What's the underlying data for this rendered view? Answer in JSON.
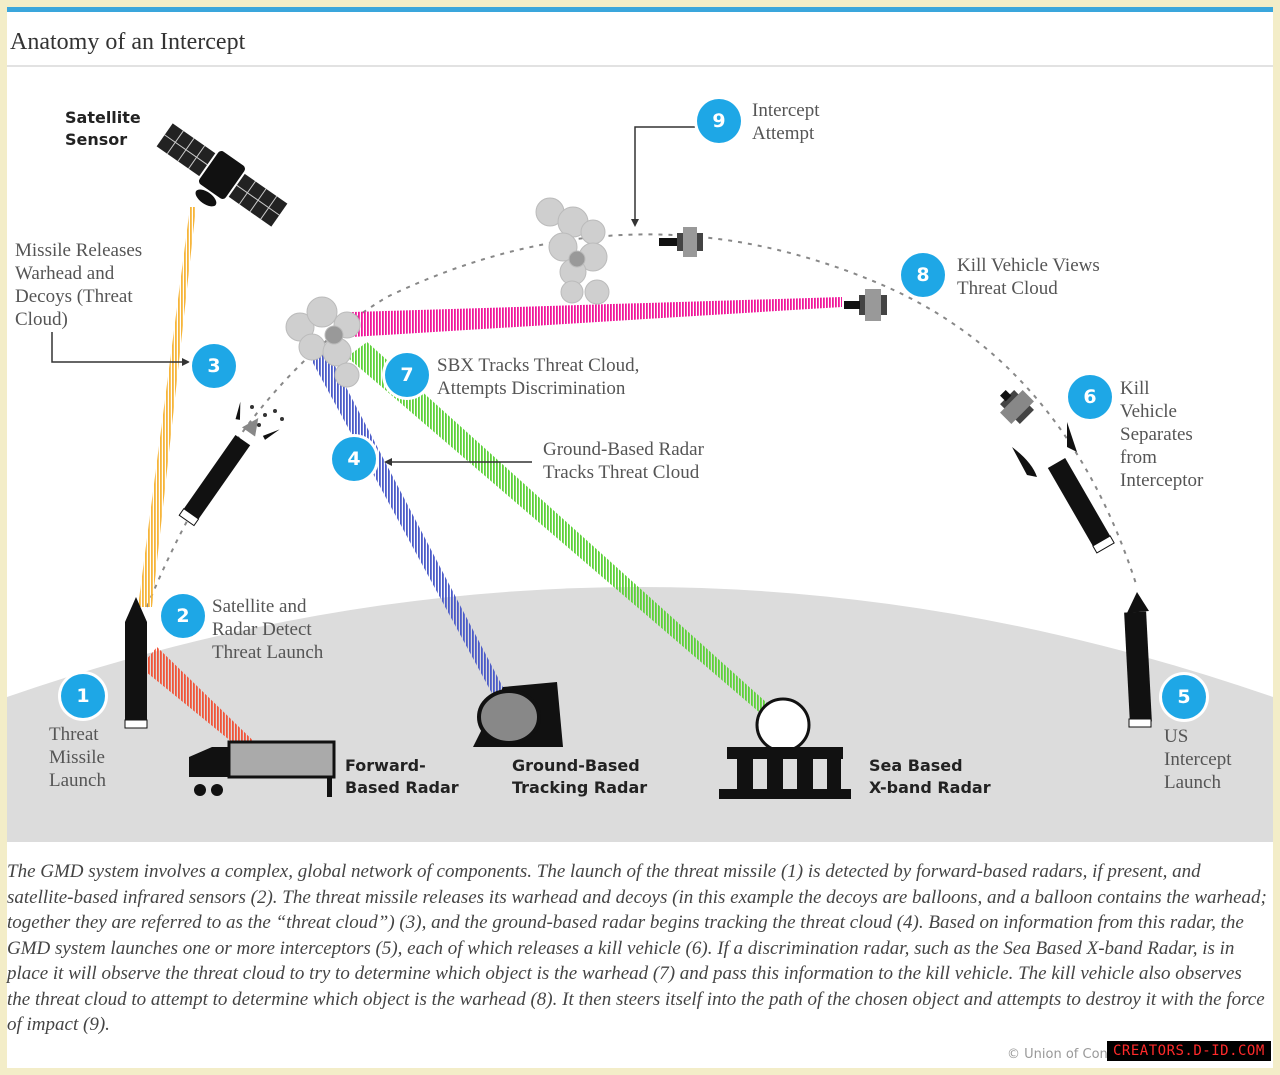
{
  "title": "Anatomy of an Intercept",
  "labels": {
    "satellite_sensor": "Satellite\nSensor",
    "missile_releases": "Missile Releases\nWarhead and\nDecoys (Threat\nCloud)",
    "satellite_radar_detect": "Satellite and\nRadar Detect\nThreat Launch",
    "threat_missile_launch": "Threat\nMissile\nLaunch",
    "forward_based_radar": "Forward-\nBased Radar",
    "ground_based_tracking_radar": "Ground-Based\nTracking Radar",
    "sea_based_xband_radar": "Sea Based\nX-band Radar",
    "us_intercept_launch": "US\nIntercept\nLaunch",
    "ground_radar_tracks": "Ground-Based Radar\nTracks Threat Cloud",
    "sbx_tracks": "SBX Tracks Threat Cloud,\nAttempts Discrimination",
    "kill_vehicle_separates": "Kill\nVehicle\nSeparates\nfrom\nInterceptor",
    "kill_vehicle_views": "Kill Vehicle Views\nThreat Cloud",
    "intercept_attempt": "Intercept\nAttempt"
  },
  "steps": [
    "1",
    "2",
    "3",
    "4",
    "5",
    "6",
    "7",
    "8",
    "9"
  ],
  "caption": "The GMD system involves a complex, global network of components. The launch of the threat missile (1) is detected by forward-based radars, if present, and satellite-based infrared sensors (2). The threat missile releases its warhead and decoys (in this example the decoys are balloons, and a balloon contains the warhead; together they are referred to as the “threat cloud”) (3), and the ground-based radar begins tracking the threat cloud (4). Based on information from this radar, the GMD system launches one or more interceptors (5), each of which releases a kill vehicle (6). If a discrimination radar, such as the Sea Based X-band Radar, is in place it will observe the threat cloud to try to determine which object is the warhead (7) and pass this information to the kill vehicle. The kill vehicle also observes the threat cloud to attempt to determine which object is the warhead (8). It then steers itself into the path of the chosen object and attempts to destroy it with the force of impact (9).",
  "copyright": "© Union of Concerned Scientists",
  "watermark": "CREATORS.D-ID.COM",
  "colors": {
    "badge": "#1ea7e6",
    "satellite_beam": "#f6b53a",
    "forward_radar_beam": "#f0553a",
    "ground_radar_beam": "#4b5bc8",
    "sbx_beam": "#5ed13a",
    "kill_vehicle_beam": "#f0189a",
    "earth": "#dcdcdc",
    "accent_bar": "#3aa6dc",
    "frame": "#f3edc8"
  }
}
